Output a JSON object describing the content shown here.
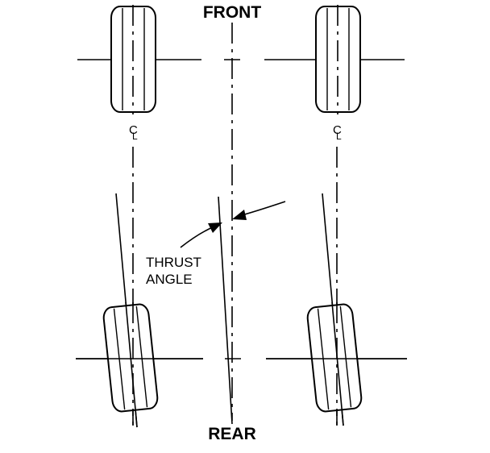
{
  "labels": {
    "front": "FRONT",
    "rear": "REAR",
    "thrust_line1": "THRUST",
    "thrust_line2": "ANGLE",
    "centerline_symbol_main": "C",
    "centerline_symbol_sub": "L"
  },
  "colors": {
    "ink": "#000000",
    "background": "#ffffff"
  }
}
